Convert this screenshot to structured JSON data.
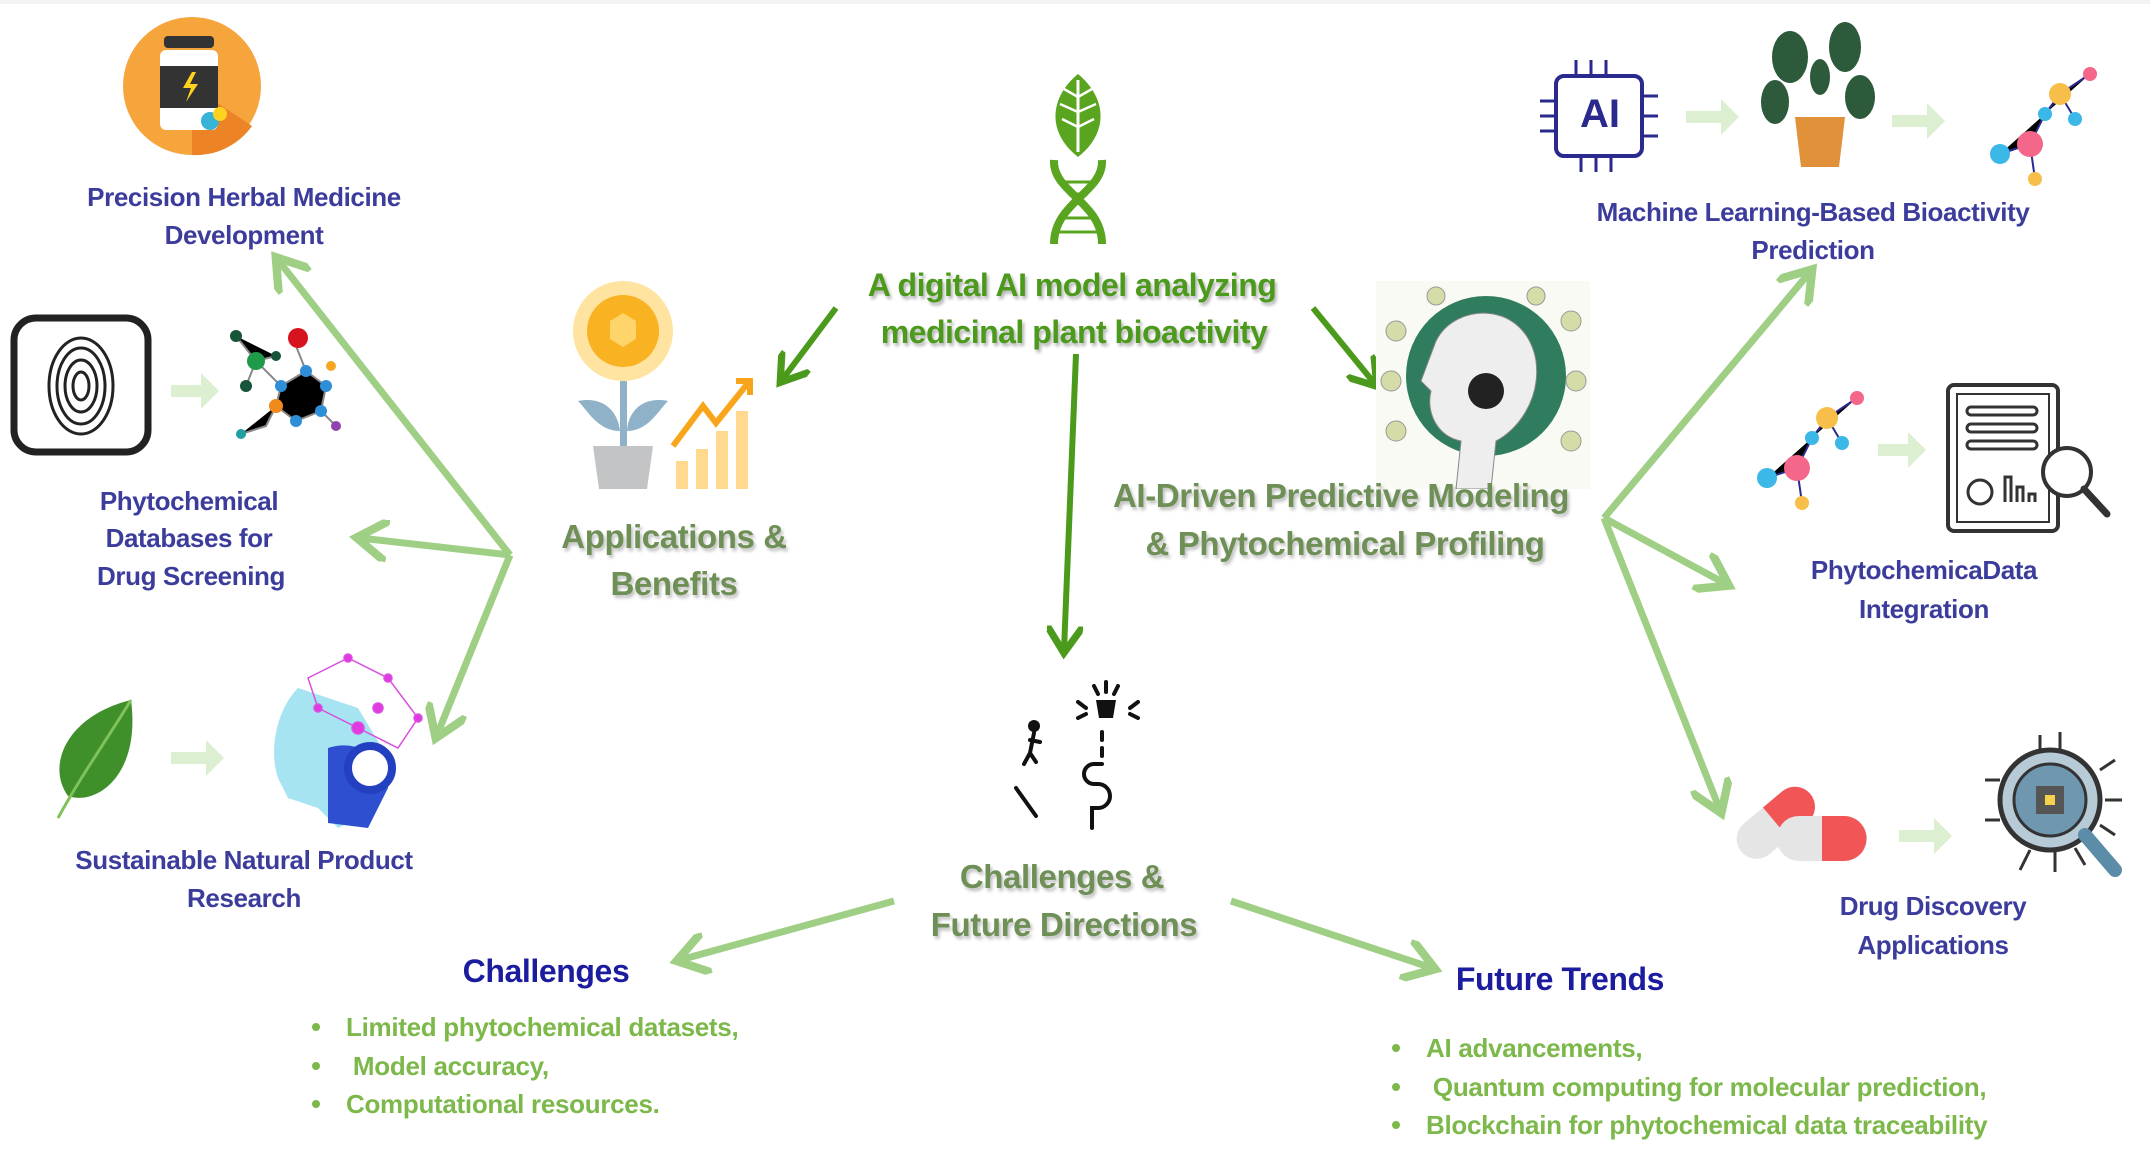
{
  "center": {
    "title_line1": "A digital AI model analyzing",
    "title_line2": "medicinal plant bioactivity"
  },
  "sections": {
    "applications": {
      "line1": "Applications &",
      "line2": "Benefits"
    },
    "ai_modeling": {
      "line1": "AI-Driven Predictive Modeling",
      "line2": "& Phytochemical Profiling"
    },
    "challenges_future": {
      "line1": "Challenges &",
      "line2": "Future Directions"
    }
  },
  "applications_items": [
    {
      "line1": "Precision Herbal Medicine",
      "line2": "Development"
    },
    {
      "line1": "Phytochemical",
      "line2": "Databases for",
      "line3": "Drug Screening"
    },
    {
      "line1": "Sustainable Natural Product",
      "line2": "Research"
    }
  ],
  "ai_items": [
    {
      "line1": "Machine Learning-Based  Bioactivity",
      "line2": "Prediction"
    },
    {
      "line1": "PhytochemicaData",
      "line2": "Integration"
    },
    {
      "line1": "Drug Discovery",
      "line2": "Applications"
    }
  ],
  "challenges": {
    "heading": "Challenges",
    "items": [
      "Limited phytochemical datasets,",
      " Model accuracy,",
      "Computational resources."
    ]
  },
  "future_trends": {
    "heading": "Future Trends",
    "items": [
      "AI advancements,",
      " Quantum computing for molecular prediction,",
      "Blockchain for phytochemical data traceability"
    ]
  },
  "ai_chip_label": "AI",
  "colors": {
    "label": "#3c3c9c",
    "heading": "#1c1c9e",
    "section": "#6e8f55",
    "title": "#4c9a1c",
    "bullet": "#7cb84a",
    "arrow_light": "#9fcf84",
    "arrow_dark": "#4c9a1c"
  }
}
